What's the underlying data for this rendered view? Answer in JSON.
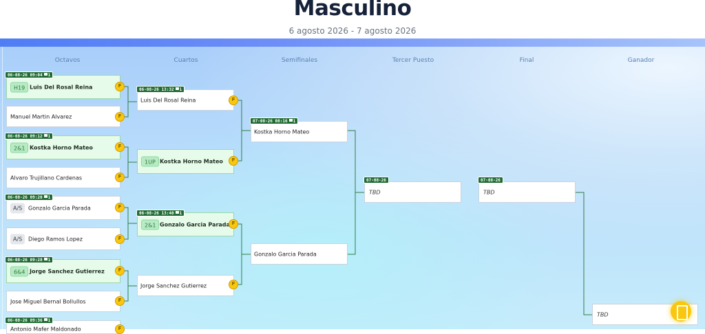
{
  "header": {
    "title": "Masculino",
    "dates": "6 agosto 2026 - 7 agosto 2026"
  },
  "columns": {
    "octavos": "Octavos",
    "cuartos": "Cuartos",
    "semifinales": "Semifinales",
    "tercer": "Tercer Puesto",
    "final": "Final",
    "ganador": "Ganador"
  },
  "fbtn": "F",
  "octavos": [
    {
      "tag_date": "06-08-26",
      "tag_time": "09:04",
      "tag_court": "1",
      "p1": "Luis Del Rosal Reina",
      "p1_badge": "H19",
      "p2": "Manuel Martin Alvarez"
    },
    {
      "tag_date": "06-08-26",
      "tag_time": "09:12",
      "tag_court": "1",
      "p1": "Kostka Horno Mateo",
      "p1_badge": "2&1",
      "p2": "Alvaro Trujillano Cardenas"
    },
    {
      "tag_date": "06-08-26",
      "tag_time": "09:20",
      "tag_court": "1",
      "p1": "Gonzalo Garcia Parada",
      "p1_badge": "A/S",
      "p2": "Diego Ramos Lopez",
      "p2_badge": "A/S"
    },
    {
      "tag_date": "06-08-26",
      "tag_time": "09:28",
      "tag_court": "1",
      "p1": "Jorge Sanchez Gutierrez",
      "p1_badge": "6&4",
      "p2": "Jose Miguel Bernal Bollullos"
    },
    {
      "tag_date": "06-08-26",
      "tag_time": "09:36",
      "tag_court": "1",
      "p1": "Antonio Mafer Maldonado"
    }
  ],
  "cuartos": [
    {
      "tag_date": "06-08-26",
      "tag_time": "13:32",
      "tag_court": "1",
      "p1": "Luis Del Rosal Reina",
      "p2": "Kostka Horno Mateo",
      "p2_badge": "1UP"
    },
    {
      "tag_date": "06-08-26",
      "tag_time": "13:40",
      "tag_court": "1",
      "p1": "Gonzalo Garcia Parada",
      "p1_badge": "2&1",
      "p2": "Jorge Sanchez Gutierrez"
    }
  ],
  "semis": {
    "tag_date": "07-08-26",
    "tag_time": "08:16",
    "tag_court": "1",
    "p1": "Kostka Horno Mateo",
    "p2": "Gonzalo Garcia Parada"
  },
  "tercer": {
    "tag_date": "07-08-26",
    "p1": "TBD"
  },
  "final": {
    "tag_date": "07-08-26",
    "p1": "TBD"
  },
  "ganador": {
    "p1": "TBD"
  },
  "colors": {
    "line": "#2f7d45",
    "win_bg": "#e6fbe9",
    "tag": "#1f6b33",
    "fbtn": "#f9c80e"
  }
}
